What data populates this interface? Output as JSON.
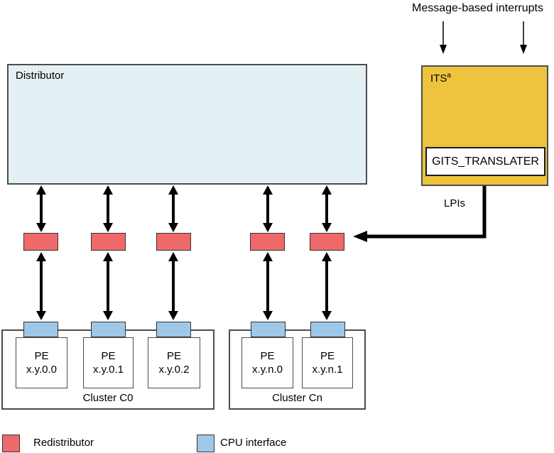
{
  "header": {
    "message_interrupts_label": "Message-based interrupts"
  },
  "distributor": {
    "label": "Distributor"
  },
  "its": {
    "label": "ITS",
    "superscript": "a",
    "translater_label": "GITS_TRANSLATER",
    "lpis_label": "LPIs"
  },
  "clusters": [
    {
      "label": "Cluster C0",
      "pes": [
        {
          "name": "PE",
          "id": "x.y.0.0"
        },
        {
          "name": "PE",
          "id": "x.y.0.1"
        },
        {
          "name": "PE",
          "id": "x.y.0.2"
        }
      ]
    },
    {
      "label": "Cluster Cn",
      "pes": [
        {
          "name": "PE",
          "id": "x.y.n.0"
        },
        {
          "name": "PE",
          "id": "x.y.n.1"
        }
      ]
    }
  ],
  "legend": {
    "redistributor_label": "Redistributor",
    "cpu_interface_label": "CPU interface"
  },
  "colors": {
    "distributor_fill": "#e4f1f4",
    "its_fill": "#eec43e",
    "redistributor_fill": "#ee6a6a",
    "cpu_interface_fill": "#9fc7e8",
    "border_dark": "#4d4d4d",
    "arrow": "#000000"
  }
}
